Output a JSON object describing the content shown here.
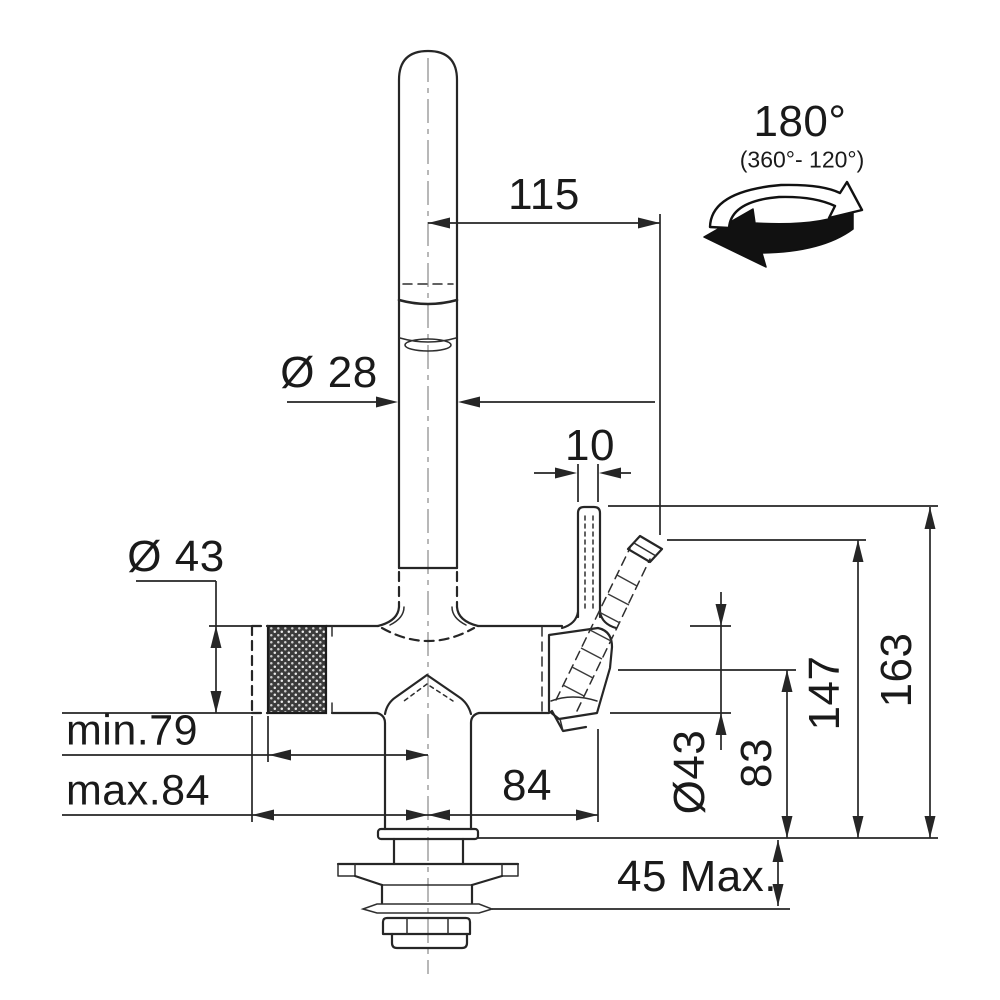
{
  "drawing": {
    "kind": "faucet installation dimension drawing",
    "background_color": "#ffffff",
    "line_color": "#262626",
    "centerline_color": "#9a9a9a"
  },
  "rotation": {
    "angle": "180°",
    "range": "(360°- 120°)",
    "icon": "rotation-arrows-icon"
  },
  "dimensions": {
    "spout_reach": "115",
    "spout_diameter": "Ø 28",
    "lever_width": "10",
    "body_diameter": "Ø 43",
    "body_length_min": "min.79",
    "body_length_max": "max.84",
    "handle_offset": "84",
    "valve_diameter": "Ø43",
    "valve_center_height": "83",
    "handle_open_height": "147",
    "total_height": "163",
    "deck_thickness_max": "45 Max."
  }
}
